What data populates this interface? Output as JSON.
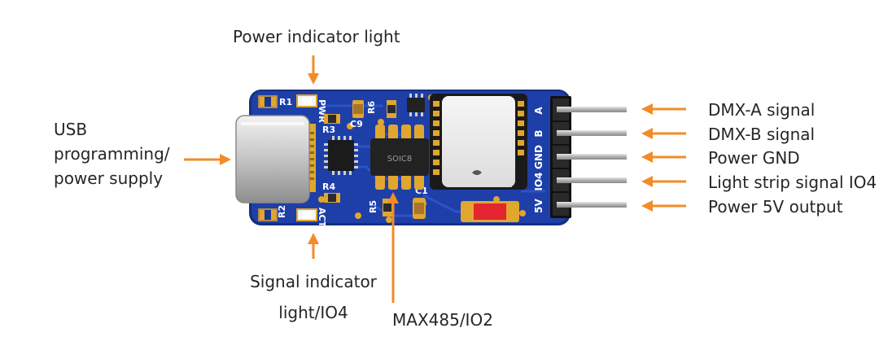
{
  "labels": {
    "power_indicator": "Power indicator light",
    "usb_line1": "USB",
    "usb_line2": "programming/",
    "usb_line3": "power supply",
    "signal_line1": "Signal indicator",
    "signal_line2": "light/IO4",
    "max485": "MAX485/IO2",
    "dmx_a": "DMX-A  signal",
    "dmx_b": "DMX-B signal",
    "power_gnd": "Power GND",
    "light_strip": "Light strip signal IO4",
    "power_5v": "Power 5V output"
  },
  "board": {
    "silk_r1": "R1",
    "silk_pwr": "PWR",
    "silk_r6": "R6",
    "silk_c9": "C9",
    "silk_r3": "R3",
    "silk_r4": "R4",
    "silk_r5": "R5",
    "silk_c1": "C1",
    "silk_r2": "R2",
    "silk_act": "ACT",
    "chip_label": "SOIC8",
    "pins": [
      "A",
      "B",
      "GND",
      "IO4",
      "5V"
    ]
  },
  "colors": {
    "arrow": "#f28c28",
    "pcb": "#1e3fa8",
    "pcb_edge": "#14307e",
    "pad": "#e0a62e",
    "header_pin": "#b5b5b5",
    "led_red": "#e3262f"
  }
}
